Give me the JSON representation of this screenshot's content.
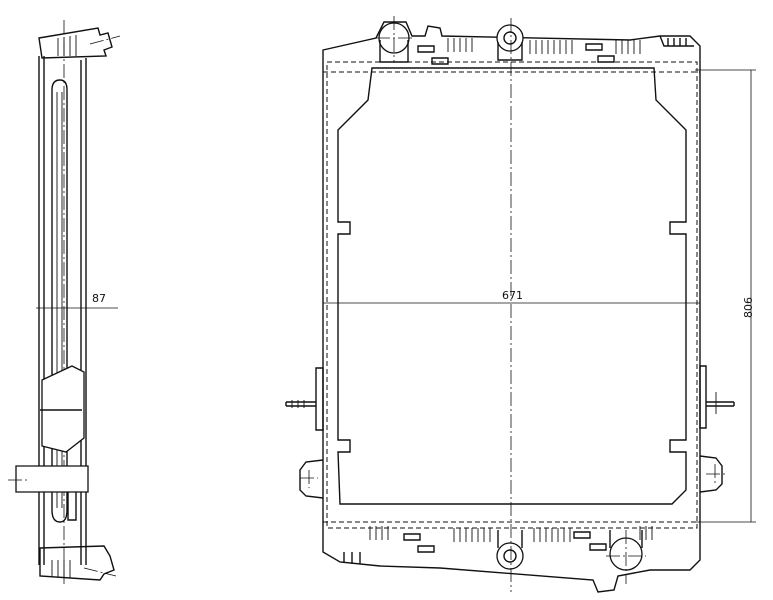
{
  "dimensions": {
    "depth": "87",
    "width": "671",
    "height": "806"
  }
}
